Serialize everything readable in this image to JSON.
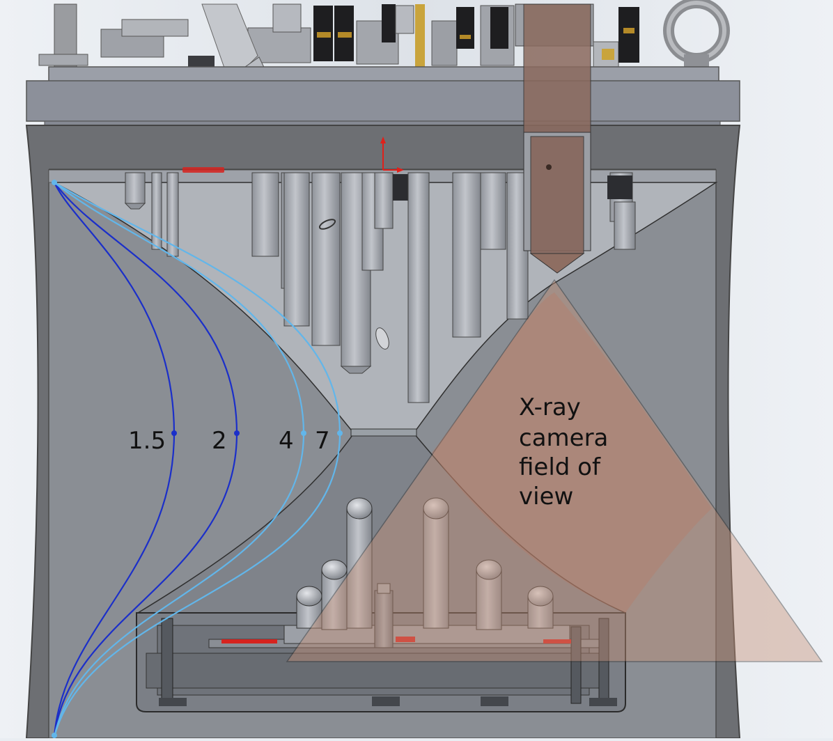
{
  "figure": {
    "curve_labels": [
      {
        "id": "c15",
        "text": "1.5"
      },
      {
        "id": "c2",
        "text": "2"
      },
      {
        "id": "c4",
        "text": "4"
      },
      {
        "id": "c7",
        "text": "7"
      }
    ],
    "annotation_lines": [
      "X-ray",
      "camera",
      "field of",
      "view"
    ]
  },
  "colors": {
    "background": "#e9edf2",
    "housing": "#6a6c70",
    "chamber_fill": "#8e9298",
    "inner_cavity": "#7c8086",
    "top_plate": "#8d919b",
    "dark_curves": "#1b2fc9",
    "light_curves": "#62b6ea",
    "fov_fill": "#c79177",
    "red_marker": "#d6231f",
    "label_text": "#111111"
  },
  "icons": [
    "axis-triad-icon",
    "eye-bolt-icon"
  ]
}
